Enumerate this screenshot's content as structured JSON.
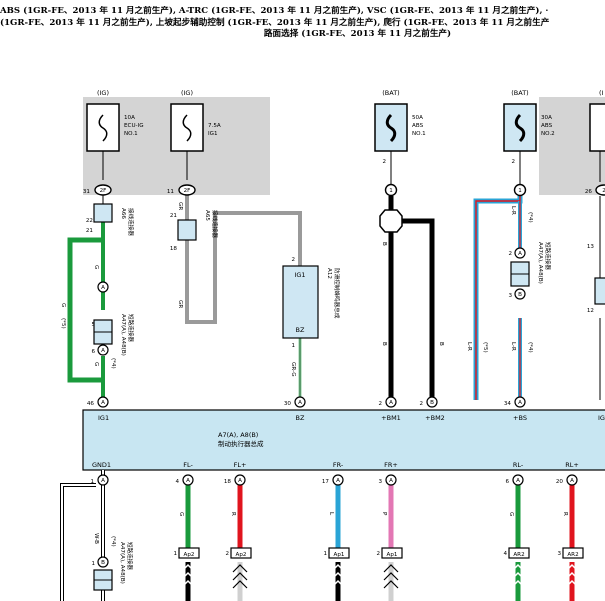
{
  "header": {
    "line1": "ABS (1GR-FE、2013 年 11 月之前生产), A-TRC (1GR-FE、2013 年 11 月之前生产), VSC (1GR-FE、2013 年 11 月之前生产), ·",
    "line2": "(1GR-FE、2013 年 11 月之前生产), 上坡起步辅助控制 (1GR-FE、2013 年 11 月之前生产), 爬行 (1GR-FE、2013 年 11 月之前生产",
    "line3": "路面选择 (1GR-FE、2013 年 11 月之前生产)"
  },
  "fuses": [
    {
      "source": "(IG)",
      "rating": "10A",
      "name1": "ECU-IG",
      "name2": "NO.1",
      "pin_top": "",
      "pin_bottom": "",
      "conn_pin": "31",
      "conn_id": "2F"
    },
    {
      "source": "(IG)",
      "rating": "7.5A",
      "name1": "IG1",
      "name2": "",
      "pin_top": "",
      "pin_bottom": "",
      "conn_pin": "11",
      "conn_id": "2F"
    },
    {
      "source": "(BAT)",
      "rating": "50A",
      "name1": "ABS",
      "name2": "NO.1",
      "pin_top": "2",
      "pin_bottom": "",
      "conn_pin": "",
      "conn_id": "1"
    },
    {
      "source": "(BAT)",
      "rating": "30A",
      "name1": "ABS",
      "name2": "NO.2",
      "pin_top": "2",
      "pin_bottom": "",
      "conn_pin": "",
      "conn_id": "1"
    },
    {
      "source": "(I",
      "rating": "",
      "name1": "",
      "name2": "",
      "pin_top": "",
      "pin_bottom": "",
      "conn_pin": "26",
      "conn_id": "2"
    }
  ],
  "connectors": {
    "a66": {
      "code": "A66",
      "name": "接线连接器",
      "pin_top": "22",
      "pin_bottom": "21"
    },
    "a65": {
      "code": "A65",
      "name": "接线连接器",
      "pin_top": "21",
      "pin_bottom": "18"
    },
    "a47_left": {
      "code": "A47(A), A48(B)",
      "name": "短路连接器",
      "pins": [
        "5",
        "A",
        "6",
        "A"
      ]
    },
    "a47_right": {
      "code": "A47(A), A48(B)",
      "name": "短路连接器",
      "pins": [
        "2",
        "A",
        "3",
        "B"
      ]
    },
    "a47_bottom": {
      "code": "A47(A), A48(B)",
      "name": "短路连接器",
      "pins": [
        "1",
        "B"
      ]
    },
    "a12": {
      "code": "A12",
      "name": "防滑控制蜂鸣器总成",
      "label_top": "IG1",
      "label_bottom": "BZ",
      "pin_top": "2",
      "pin_bottom": "1"
    },
    "a35_right": {
      "pin_top": "13",
      "pin_bottom": "12"
    }
  },
  "wires": {
    "g1": "G",
    "g1_note": "(*5)",
    "g2": "G",
    "g2_note": "(*4)",
    "gr1": "GR",
    "gr2": "GR",
    "grg": "GR-G",
    "b1": "B",
    "b2": "B",
    "b3": "B",
    "lr1": "L-R",
    "lr1_note": "(*4)",
    "lr2": "L-R",
    "lr2_note": "(*5)",
    "lr3": "L-R",
    "lr3_note": "(*4)",
    "wb": "W-B",
    "wb_note": "(*4)",
    "fl_minus": "G",
    "fl_plus": "R",
    "fr_minus": "L",
    "fr_plus": "P",
    "rl_minus": "G",
    "rl_plus": "R"
  },
  "ecu": {
    "title1": "A7(A), A8(B)",
    "title2": "制动执行器总成",
    "top_pins": [
      {
        "pin": "46",
        "conn": "A",
        "label": "IG1"
      },
      {
        "pin": "30",
        "conn": "A",
        "label": "BZ"
      },
      {
        "pin": "2",
        "conn": "A",
        "label": "+BM1"
      },
      {
        "pin": "2",
        "conn": "B",
        "label": "+BM2"
      },
      {
        "pin": "34",
        "conn": "A",
        "label": "+BS"
      },
      {
        "pin": "",
        "conn": "",
        "label": "IG"
      }
    ],
    "bottom_pins": [
      {
        "pin": "1",
        "conn": "A",
        "label": "GND1"
      },
      {
        "pin": "4",
        "conn": "A",
        "label": "FL-"
      },
      {
        "pin": "18",
        "conn": "A",
        "label": "FL+"
      },
      {
        "pin": "17",
        "conn": "A",
        "label": "FR-"
      },
      {
        "pin": "3",
        "conn": "A",
        "label": "FR+"
      },
      {
        "pin": "6",
        "conn": "A",
        "label": "RL-"
      },
      {
        "pin": "20",
        "conn": "A",
        "label": "RL+"
      }
    ]
  },
  "sensors": [
    {
      "pin": "1",
      "code": "Ap2"
    },
    {
      "pin": "2",
      "code": "Ap2"
    },
    {
      "pin": "1",
      "code": "Ap1"
    },
    {
      "pin": "2",
      "code": "Ap1"
    },
    {
      "pin": "4",
      "code": "AR2"
    },
    {
      "pin": "3",
      "code": "AR2"
    }
  ],
  "colors": {
    "green": "#1a9a3c",
    "gray": "#9a9a9a",
    "black": "#000000",
    "blue": "#2aa4d6",
    "red": "#e0141e",
    "pink": "#e377b4",
    "ecu_fill": "#c8e6f2",
    "fuse_fill": "#cfe7f3",
    "shade": "#d4d4d4"
  }
}
